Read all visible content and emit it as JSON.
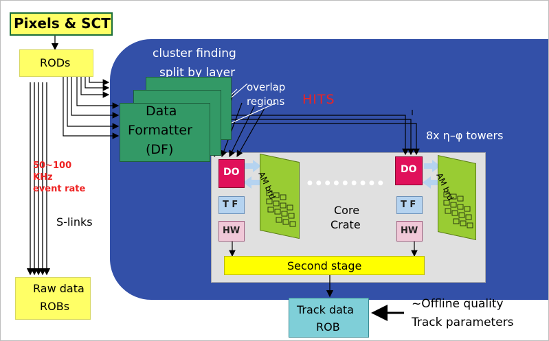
{
  "diagram": {
    "source_box": "Pixels & SCT",
    "rods_box": "RODs",
    "cluster_note_line1": "cluster finding",
    "cluster_note_line2": "split by layer",
    "overlap_line1": "overlap",
    "overlap_line2": "regions",
    "hits_label": "HITS",
    "df_line1": "Data",
    "df_line2": "Formatter",
    "df_line3": "(DF)",
    "towers_label": "8x η–φ towers",
    "rate_line1": "50~100",
    "rate_line2": "KHz",
    "rate_line3": "event rate",
    "slinks_label": "S-links",
    "do_label": "DO",
    "tf_label": "T F",
    "hw_label": "HW",
    "am_label": "AM brd",
    "dots": "●●●●●●●●●",
    "core_line1": "Core",
    "core_line2": "Crate",
    "second_stage": "Second stage",
    "raw_line1": "Raw data",
    "raw_line2": "ROBs",
    "track_line1": "Track data",
    "track_line2": "ROB",
    "offline_line1": "~Offline quality",
    "offline_line2": "Track parameters"
  },
  "colors": {
    "blue_region": "#3350a8",
    "yellow": "#ffff66",
    "green": "#339966",
    "do_red": "#e0105a",
    "light_blue": "#b5d3f0",
    "am_green": "#99cc33",
    "core_gray": "#e0e0e0",
    "track_box": "#7fcfd8",
    "hits_red": "#ee2222"
  }
}
